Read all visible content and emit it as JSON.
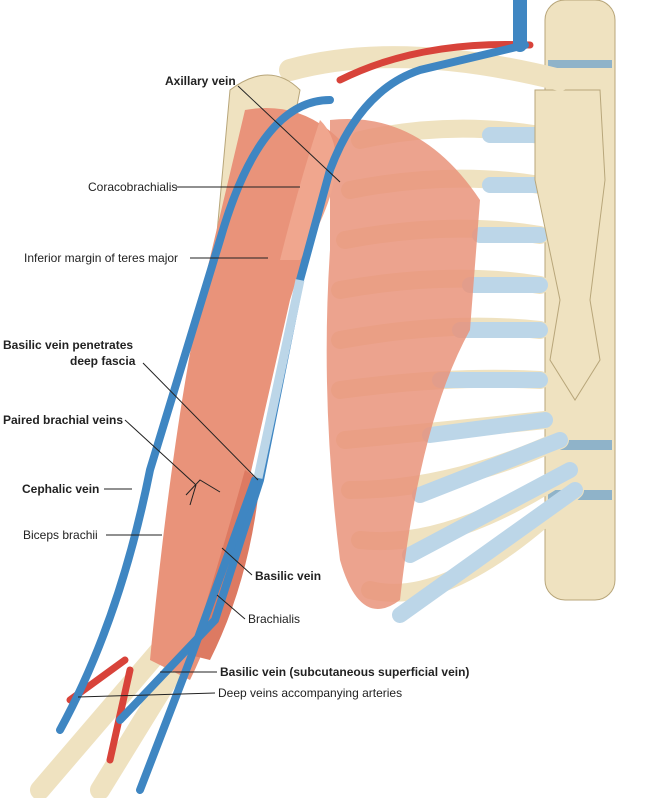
{
  "labels": {
    "axillary_vein": "Axillary vein",
    "coracobrachialis": "Coracobrachialis",
    "teres_major": "Inferior margin of teres major",
    "basilic_penetrates_1": "Basilic vein penetrates",
    "basilic_penetrates_2": "deep fascia",
    "paired_brachial": "Paired brachial veins",
    "cephalic_vein": "Cephalic vein",
    "biceps": "Biceps brachii",
    "basilic_vein": "Basilic vein",
    "brachialis": "Brachialis",
    "basilic_subcutaneous": "Basilic vein (subcutaneous superficial vein)",
    "deep_veins": "Deep veins accompanying arteries"
  },
  "colors": {
    "bone": "#efe2c0",
    "muscle": "#e9937a",
    "vein": "#3f86c2",
    "artery": "#d8433a",
    "cartilage": "#bcd6e8"
  }
}
